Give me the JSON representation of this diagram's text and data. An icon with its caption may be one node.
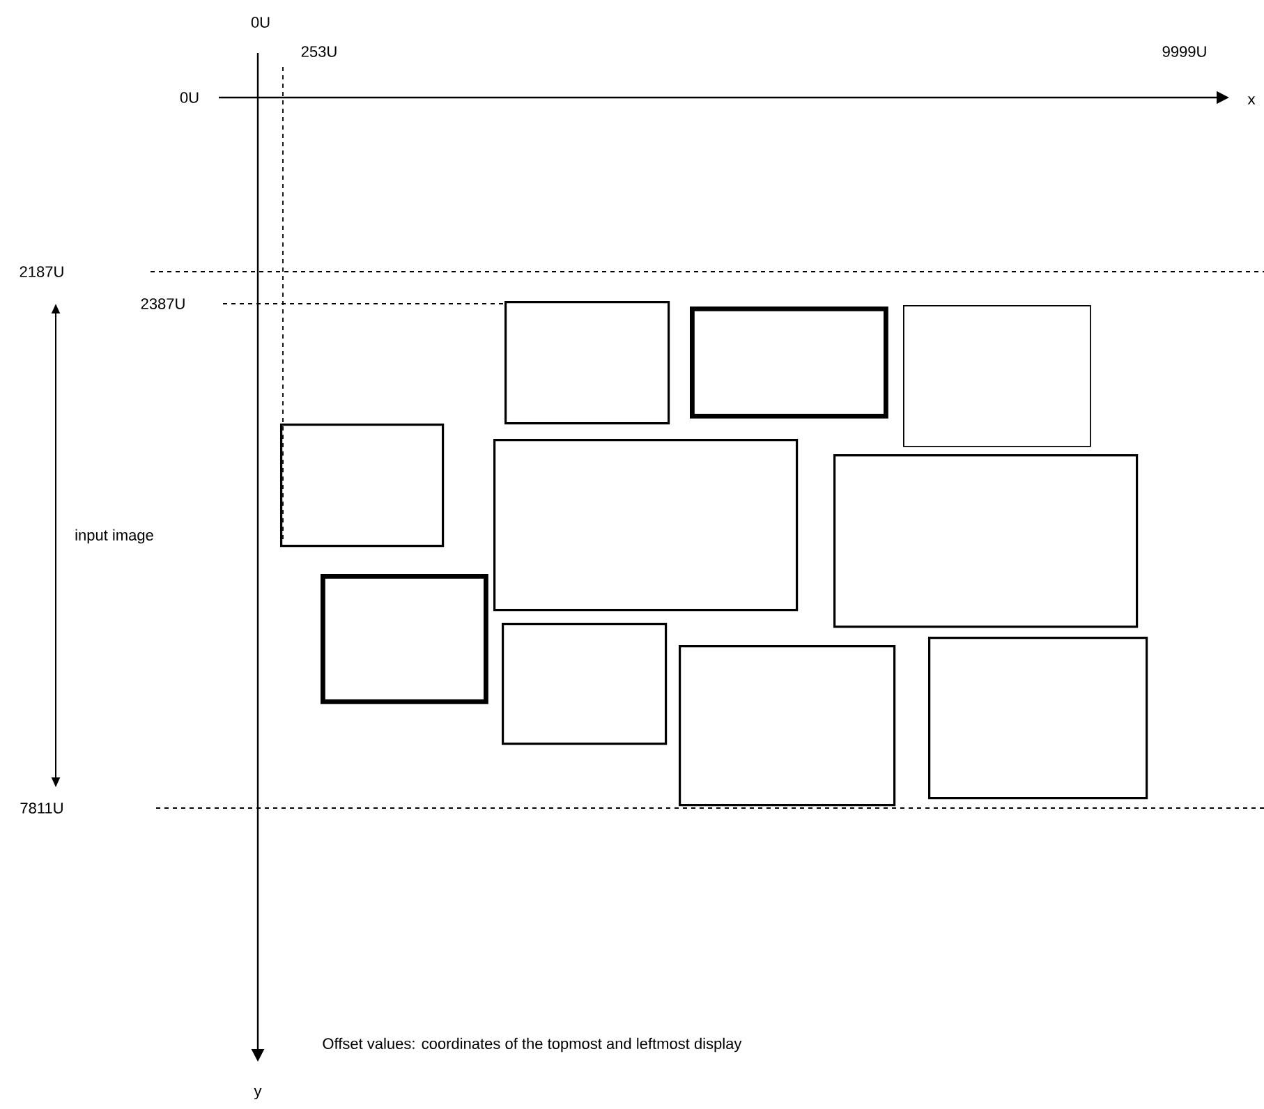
{
  "diagram": {
    "caption": "Offset values: coordinates of the topmost and leftmost display",
    "nodes": [
      {
        "text": [],
        "shape": "box"
      },
      {
        "text": [],
        "shape": "box"
      },
      {
        "text": [],
        "shape": "box"
      },
      {
        "text": [],
        "shape": "box"
      },
      {
        "text": [],
        "shape": "box"
      },
      {
        "text": [],
        "shape": "box"
      },
      {
        "text": [],
        "shape": "box"
      },
      {
        "text": [],
        "shape": "box"
      },
      {
        "text": [],
        "shape": "box"
      },
      {
        "text": [],
        "shape": "box"
      }
    ],
    "labels": [
      "0U",
      "253U",
      "9999U",
      "0U",
      "x",
      "2187U",
      "2387U",
      "input image",
      "7811U",
      "y"
    ]
  }
}
